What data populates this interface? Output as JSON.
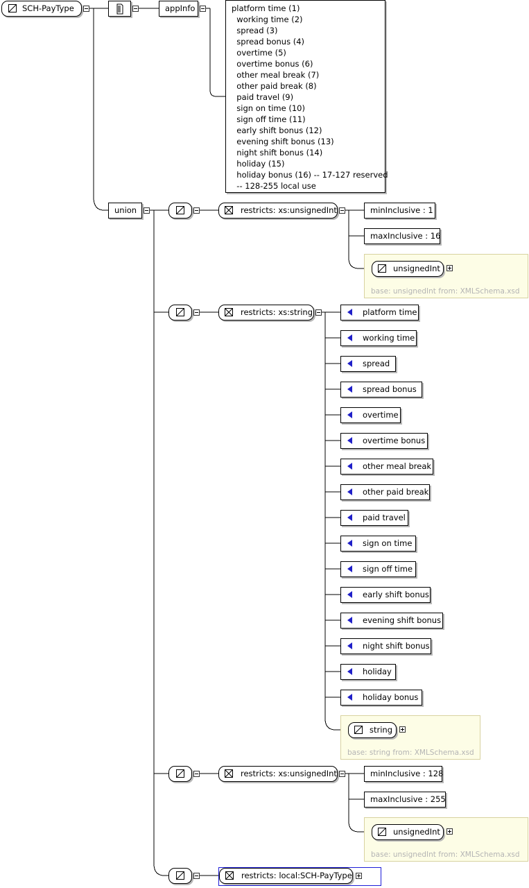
{
  "root": {
    "label": "SCH-PayType"
  },
  "annotation": {
    "label": "appInfo",
    "documentation": [
      "platform time (1)",
      "  working time (2)",
      "  spread (3)",
      "  spread bonus (4)",
      "  overtime (5)",
      "  overtime bonus (6)",
      "  other meal break (7)",
      "  other paid break (8)",
      "  paid travel (9)",
      "  sign on time (10)",
      "  sign off time (11)",
      "  early shift bonus (12)",
      "  evening shift bonus (13)",
      "  night shift bonus (14)",
      "  holiday (15)",
      "  holiday bonus (16) -- 17-127 reserved",
      "  -- 128-255 local use"
    ]
  },
  "union": {
    "label": "union",
    "member1": {
      "restriction": "restricts: xs:unsignedInt",
      "facets": [
        "minInclusive : 1",
        "maxInclusive : 16"
      ],
      "base_type": "unsignedInt",
      "base_info": "base: unsignedInt from: XMLSchema.xsd"
    },
    "member2": {
      "restriction": "restricts: xs:string",
      "enumerations": [
        "platform time",
        "working time",
        "spread",
        "spread bonus",
        "overtime",
        "overtime bonus",
        "other meal break",
        "other paid break",
        "paid travel",
        "sign on time",
        "sign off time",
        "early shift bonus",
        "evening shift bonus",
        "night shift bonus",
        "holiday",
        "holiday bonus"
      ],
      "base_type": "string",
      "base_info": "base: string from: XMLSchema.xsd"
    },
    "member3": {
      "restriction": "restricts: xs:unsignedInt",
      "facets": [
        "minInclusive : 128",
        "maxInclusive : 255"
      ],
      "base_type": "unsignedInt",
      "base_info": "base: unsignedInt from: XMLSchema.xsd"
    },
    "member4": {
      "restriction": "restricts: local:SCH-PayType",
      "highlight_color": "#1c1cd8"
    }
  }
}
